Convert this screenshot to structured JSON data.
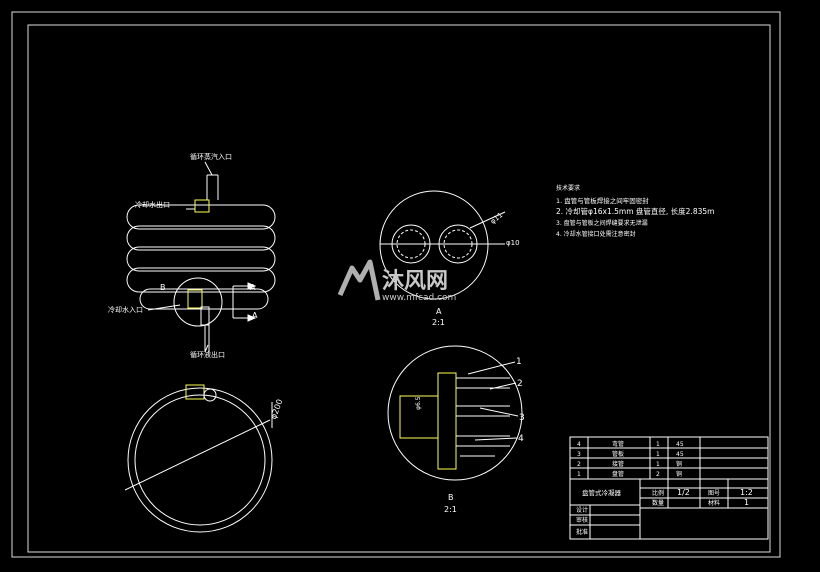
{
  "labels": {
    "steam_inlet": "循环蒸汽入口",
    "cooling_water_outlet": "冷却水出口",
    "cooling_water_inlet": "冷却水入口",
    "condensate_outlet": "循环液出口",
    "diameter_200": "φ200",
    "section_b_marker": "B",
    "section_a_arrow_1": "A",
    "section_a_arrow_2": "A",
    "diameter_10": "φ10",
    "diameter_11": "φ11",
    "view_a_title": "A",
    "view_a_scale": "2:1",
    "view_b_title": "B",
    "view_b_scale": "2:1",
    "dim_6_5": "φ6.5",
    "callout_1": "1",
    "callout_2": "2",
    "callout_3": "3",
    "callout_4": "4"
  },
  "notes": {
    "title": "技术要求",
    "items": [
      "1. 盘管与管板焊接之间牢固密封",
      "2. 冷却管φ16x1.5mm 盘管直径, 长度2.835m",
      "3. 盘管与管板之间焊缝要求无泄漏",
      "4. 冷却水管接口处需注意密封"
    ]
  },
  "watermark": {
    "brand": "沐风网",
    "url": "www.mfcad.com"
  },
  "title_block": {
    "parts": [
      {
        "no": "4",
        "name": "弯管",
        "qty": "1",
        "material": "45"
      },
      {
        "no": "3",
        "name": "管板",
        "qty": "1",
        "material": "45"
      },
      {
        "no": "2",
        "name": "接管",
        "qty": "1",
        "material": "铜"
      },
      {
        "no": "1",
        "name": "盘管",
        "qty": "2",
        "material": "铜"
      }
    ],
    "drawing_name": "盘管式冷凝器",
    "ratio_label": "比例",
    "ratio_value": "1/2",
    "sheet_label": "数量",
    "scale_label": "图号",
    "scale_value": "1:2",
    "count_label": "材料",
    "count_value": "1",
    "designer_label": "设计",
    "checker_label": "审核",
    "approver_label": "批准"
  }
}
